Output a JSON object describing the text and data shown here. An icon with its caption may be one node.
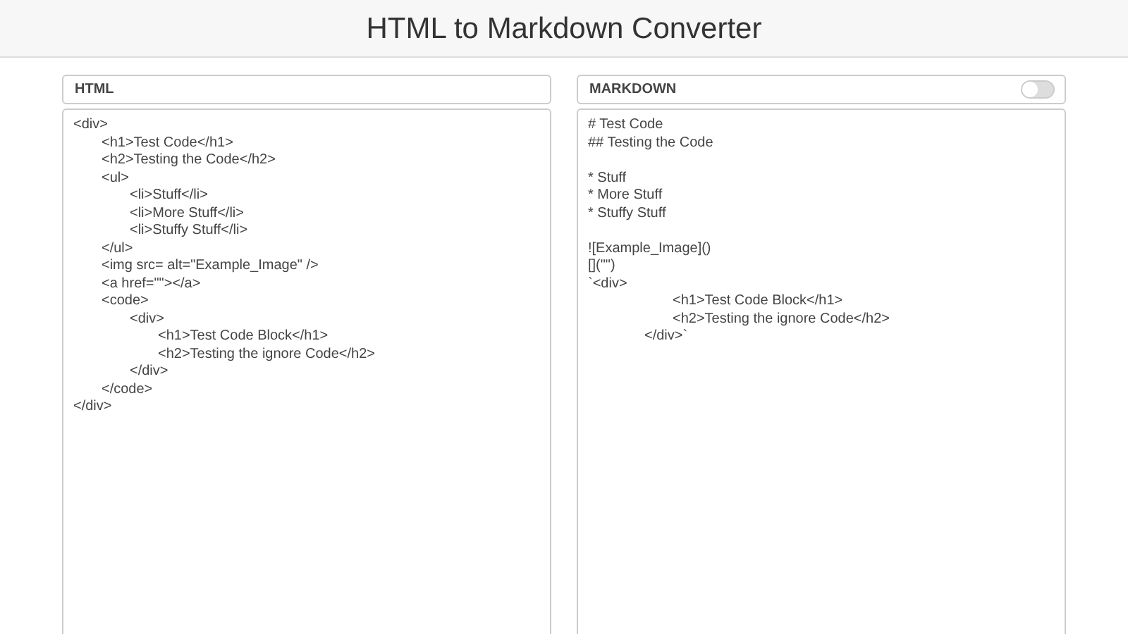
{
  "diagram": {
    "title": "HTML to Markdown Converter",
    "nodes": [
      {
        "text": [
          "HTML"
        ]
      },
      {
        "text": [
          "<div>",
          "<h1>Test Code</h1>",
          "<h2>Testing the Code</h2>",
          "<ul>",
          "<li>Stuff</li>",
          "<li>More Stuff</li>",
          "<li>Stuffy Stuff</li>",
          "</ul>",
          "<img src= alt=\"Example_Image\" />",
          "<a href=\"\"></a>",
          "<code>",
          "<div>",
          "<h1>Test Code Block</h1>",
          "<h2>Testing the ignore Code</h2>",
          "</div>",
          "</code>",
          "</div>"
        ]
      },
      {
        "text": [
          "MARKDOWN"
        ]
      },
      {
        "text": [
          "# Test Code",
          "## Testing the Code",
          "* Stuff",
          "* More Stuff",
          "* Stuffy Stuff",
          "![Example_Image]()",
          "[](\"\")",
          "`<div>",
          "<h1>Test Code Block</h1>",
          "<h2>Testing the ignore Code</h2>",
          "</div>`"
        ]
      }
    ]
  }
}
